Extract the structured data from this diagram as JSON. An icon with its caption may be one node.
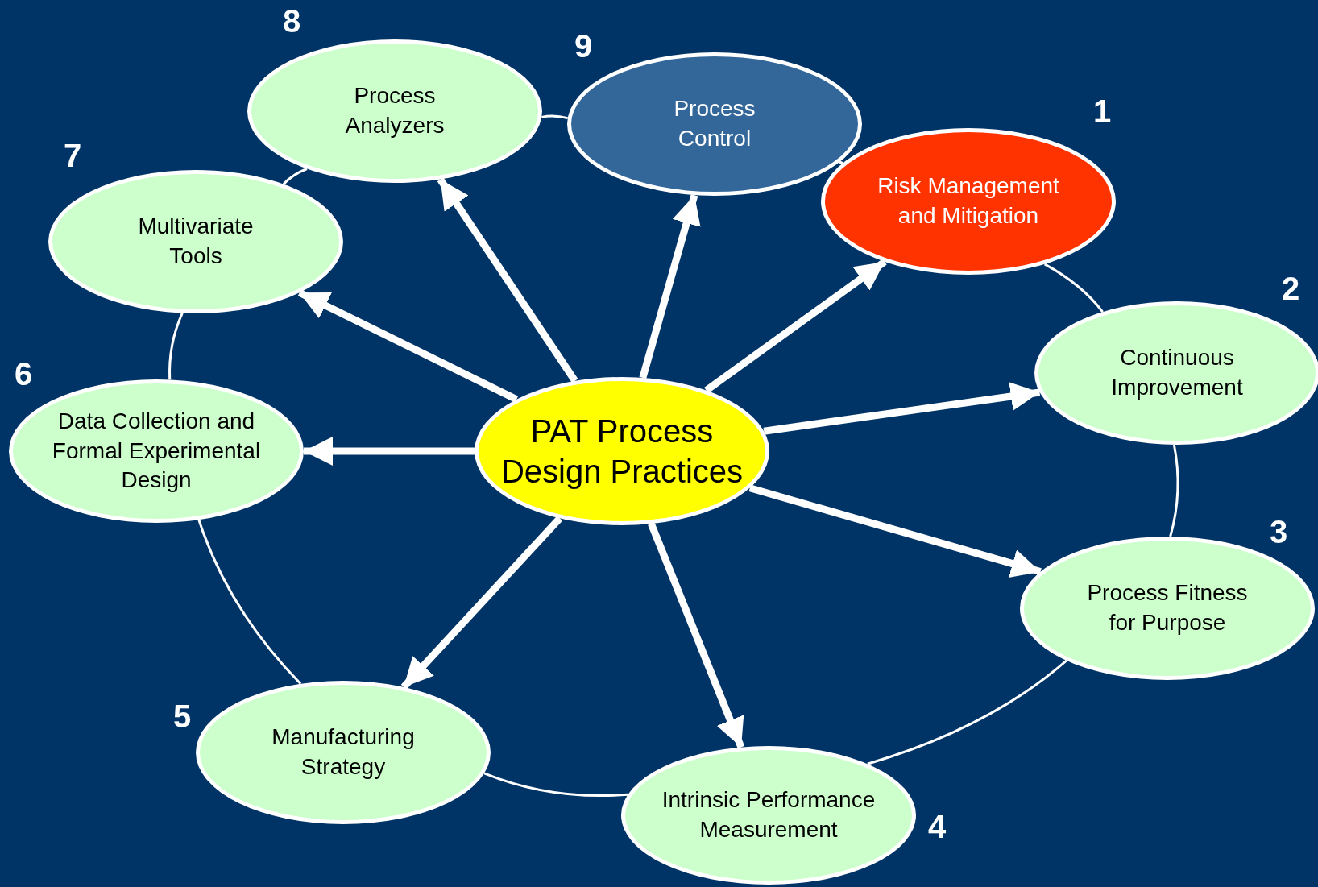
{
  "diagram": {
    "nodes": [
      {
        "text": [
          "PAT Process Design Practices"
        ]
      },
      {
        "text": [
          "Risk Management and Mitigation"
        ],
        "beside": [
          "1"
        ]
      },
      {
        "text": [
          "Continuous Improvement"
        ],
        "beside": [
          "2"
        ]
      },
      {
        "text": [
          "Process Fitness for Purpose"
        ],
        "beside": [
          "3"
        ]
      },
      {
        "text": [
          "Intrinsic Performance Measurement"
        ],
        "beside": [
          "4"
        ]
      },
      {
        "text": [
          "Manufacturing Strategy"
        ],
        "beside": [
          "5"
        ]
      },
      {
        "text": [
          "Data Collection and Formal Experimental Design"
        ],
        "beside": [
          "6"
        ]
      },
      {
        "text": [
          "Multivariate Tools"
        ],
        "beside": [
          "7"
        ]
      },
      {
        "text": [
          "Process Analyzers"
        ],
        "beside": [
          "8"
        ]
      },
      {
        "text": [
          "Process Control"
        ],
        "beside": [
          "9"
        ]
      }
    ],
    "edges": [
      {
        "from": 0,
        "to": 1,
        "arrow": "to",
        "style": "thick"
      },
      {
        "from": 0,
        "to": 2,
        "arrow": "to",
        "style": "thick"
      },
      {
        "from": 0,
        "to": 3,
        "arrow": "to",
        "style": "thick"
      },
      {
        "from": 0,
        "to": 4,
        "arrow": "to",
        "style": "thick"
      },
      {
        "from": 0,
        "to": 5,
        "arrow": "to",
        "style": "thick"
      },
      {
        "from": 0,
        "to": 6,
        "arrow": "to",
        "style": "thick"
      },
      {
        "from": 0,
        "to": 7,
        "arrow": "to",
        "style": "thick"
      },
      {
        "from": 0,
        "to": 8,
        "arrow": "to",
        "style": "thick"
      },
      {
        "from": 0,
        "to": 9,
        "arrow": "to",
        "style": "thick"
      },
      {
        "from": 8,
        "to": 9,
        "arrow": "none"
      },
      {
        "from": 9,
        "to": 1,
        "arrow": "none"
      },
      {
        "from": 1,
        "to": 2,
        "arrow": "none"
      },
      {
        "from": 2,
        "to": 3,
        "arrow": "none"
      },
      {
        "from": 3,
        "to": 4,
        "arrow": "none"
      },
      {
        "from": 4,
        "to": 5,
        "arrow": "none"
      },
      {
        "from": 5,
        "to": 6,
        "arrow": "none"
      },
      {
        "from": 6,
        "to": 7,
        "arrow": "none"
      },
      {
        "from": 7,
        "to": 8,
        "arrow": "none"
      }
    ]
  }
}
